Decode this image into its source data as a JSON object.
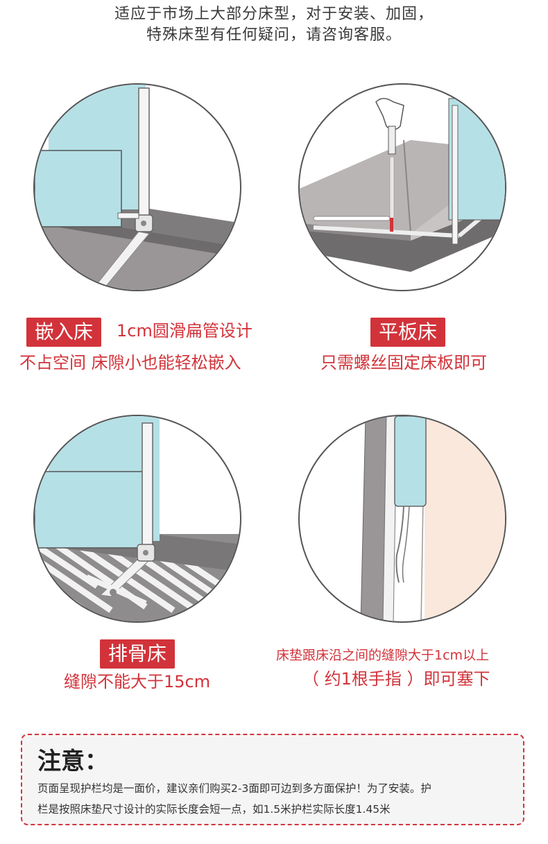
{
  "header": {
    "line1": "适应于市场上大部分床型，对于安装、加固，",
    "line2": "特殊床型有任何疑问，请咨询客服。"
  },
  "features": [
    {
      "tag": "嵌入床",
      "line1": "1cm圆滑扁管设计",
      "line2": "不占空间 床隙小也能轻松嵌入"
    },
    {
      "tag": "平板床",
      "line1": "只需螺丝固定床板即可"
    },
    {
      "tag": "排骨床",
      "line1": "缝隙不能大于15cm"
    },
    {
      "tag": "",
      "line1": "床垫跟床沿之间的缝隙大于1cm以上",
      "line2": "（ 约1根手指 ）即可塞下"
    }
  ],
  "note": {
    "title": "注意：",
    "line1": "页面呈现护栏均是一面价，建议亲们购买2-3面即可边到多方面保护！为了安装。护",
    "line2": "栏是按照床垫尺寸设计的实际长度会短一点，如1.5米护栏实际长度1.45米"
  },
  "colors": {
    "accent": "#d2333a",
    "rail_blue": "#b5e0e6",
    "floor_gray": "#8f8c8d",
    "mattress_pink": "#fbe8dc"
  }
}
